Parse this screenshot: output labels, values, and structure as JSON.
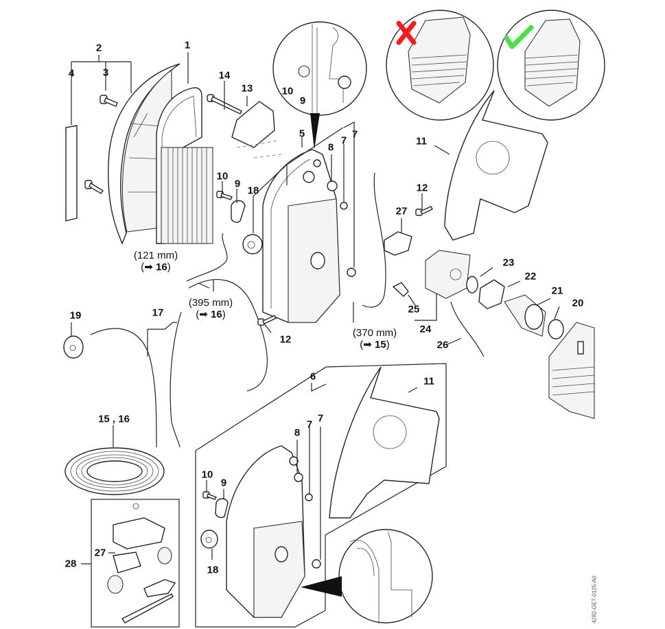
{
  "diagram": {
    "title": "Air filter, carburetor and fuel system exploded parts view",
    "drawing_code": "4282-GET-0125-A0",
    "callouts": [
      {
        "id": "c1",
        "label": "1"
      },
      {
        "id": "c2",
        "label": "2"
      },
      {
        "id": "c3",
        "label": "3"
      },
      {
        "id": "c4",
        "label": "4"
      },
      {
        "id": "c14",
        "label": "14"
      },
      {
        "id": "c13",
        "label": "13"
      },
      {
        "id": "c10a",
        "label": "10"
      },
      {
        "id": "c9a",
        "label": "9"
      },
      {
        "id": "c10b",
        "label": "10"
      },
      {
        "id": "c9b",
        "label": "9"
      },
      {
        "id": "c18a",
        "label": "18"
      },
      {
        "id": "c5",
        "label": "5"
      },
      {
        "id": "c8a",
        "label": "8"
      },
      {
        "id": "c7a",
        "label": "7"
      },
      {
        "id": "c7b",
        "label": "7"
      },
      {
        "id": "c11a",
        "label": "11"
      },
      {
        "id": "c12a",
        "label": "12"
      },
      {
        "id": "c27a",
        "label": "27"
      },
      {
        "id": "c23",
        "label": "23"
      },
      {
        "id": "c22",
        "label": "22"
      },
      {
        "id": "c21",
        "label": "21"
      },
      {
        "id": "c20",
        "label": "20"
      },
      {
        "id": "c25",
        "label": "25"
      },
      {
        "id": "c24",
        "label": "24"
      },
      {
        "id": "c26",
        "label": "26"
      },
      {
        "id": "c12b",
        "label": "12"
      },
      {
        "id": "c19",
        "label": "19"
      },
      {
        "id": "c17",
        "label": "17"
      },
      {
        "id": "c1516",
        "label": "15 , 16"
      },
      {
        "id": "c6",
        "label": "6"
      },
      {
        "id": "c11b",
        "label": "11"
      },
      {
        "id": "c8b",
        "label": "8"
      },
      {
        "id": "c7c",
        "label": "7"
      },
      {
        "id": "c7d",
        "label": "7"
      },
      {
        "id": "c10c",
        "label": "10"
      },
      {
        "id": "c9c",
        "label": "9"
      },
      {
        "id": "c18b",
        "label": "18"
      },
      {
        "id": "c28",
        "label": "28"
      },
      {
        "id": "c27b",
        "label": "27"
      }
    ],
    "hose_lengths": [
      {
        "id": "h121",
        "length": "(121 mm)",
        "ref_arrow": "➡",
        "ref": "16"
      },
      {
        "id": "h395",
        "length": "(395 mm)",
        "ref_arrow": "➡",
        "ref": "16"
      },
      {
        "id": "h370",
        "length": "(370 mm)",
        "ref_arrow": "➡",
        "ref": "15"
      }
    ],
    "indicators": {
      "incorrect_icon": "x-mark-icon",
      "incorrect_color": "#ff1a1a",
      "correct_icon": "check-mark-icon",
      "correct_color": "#44e444"
    }
  }
}
